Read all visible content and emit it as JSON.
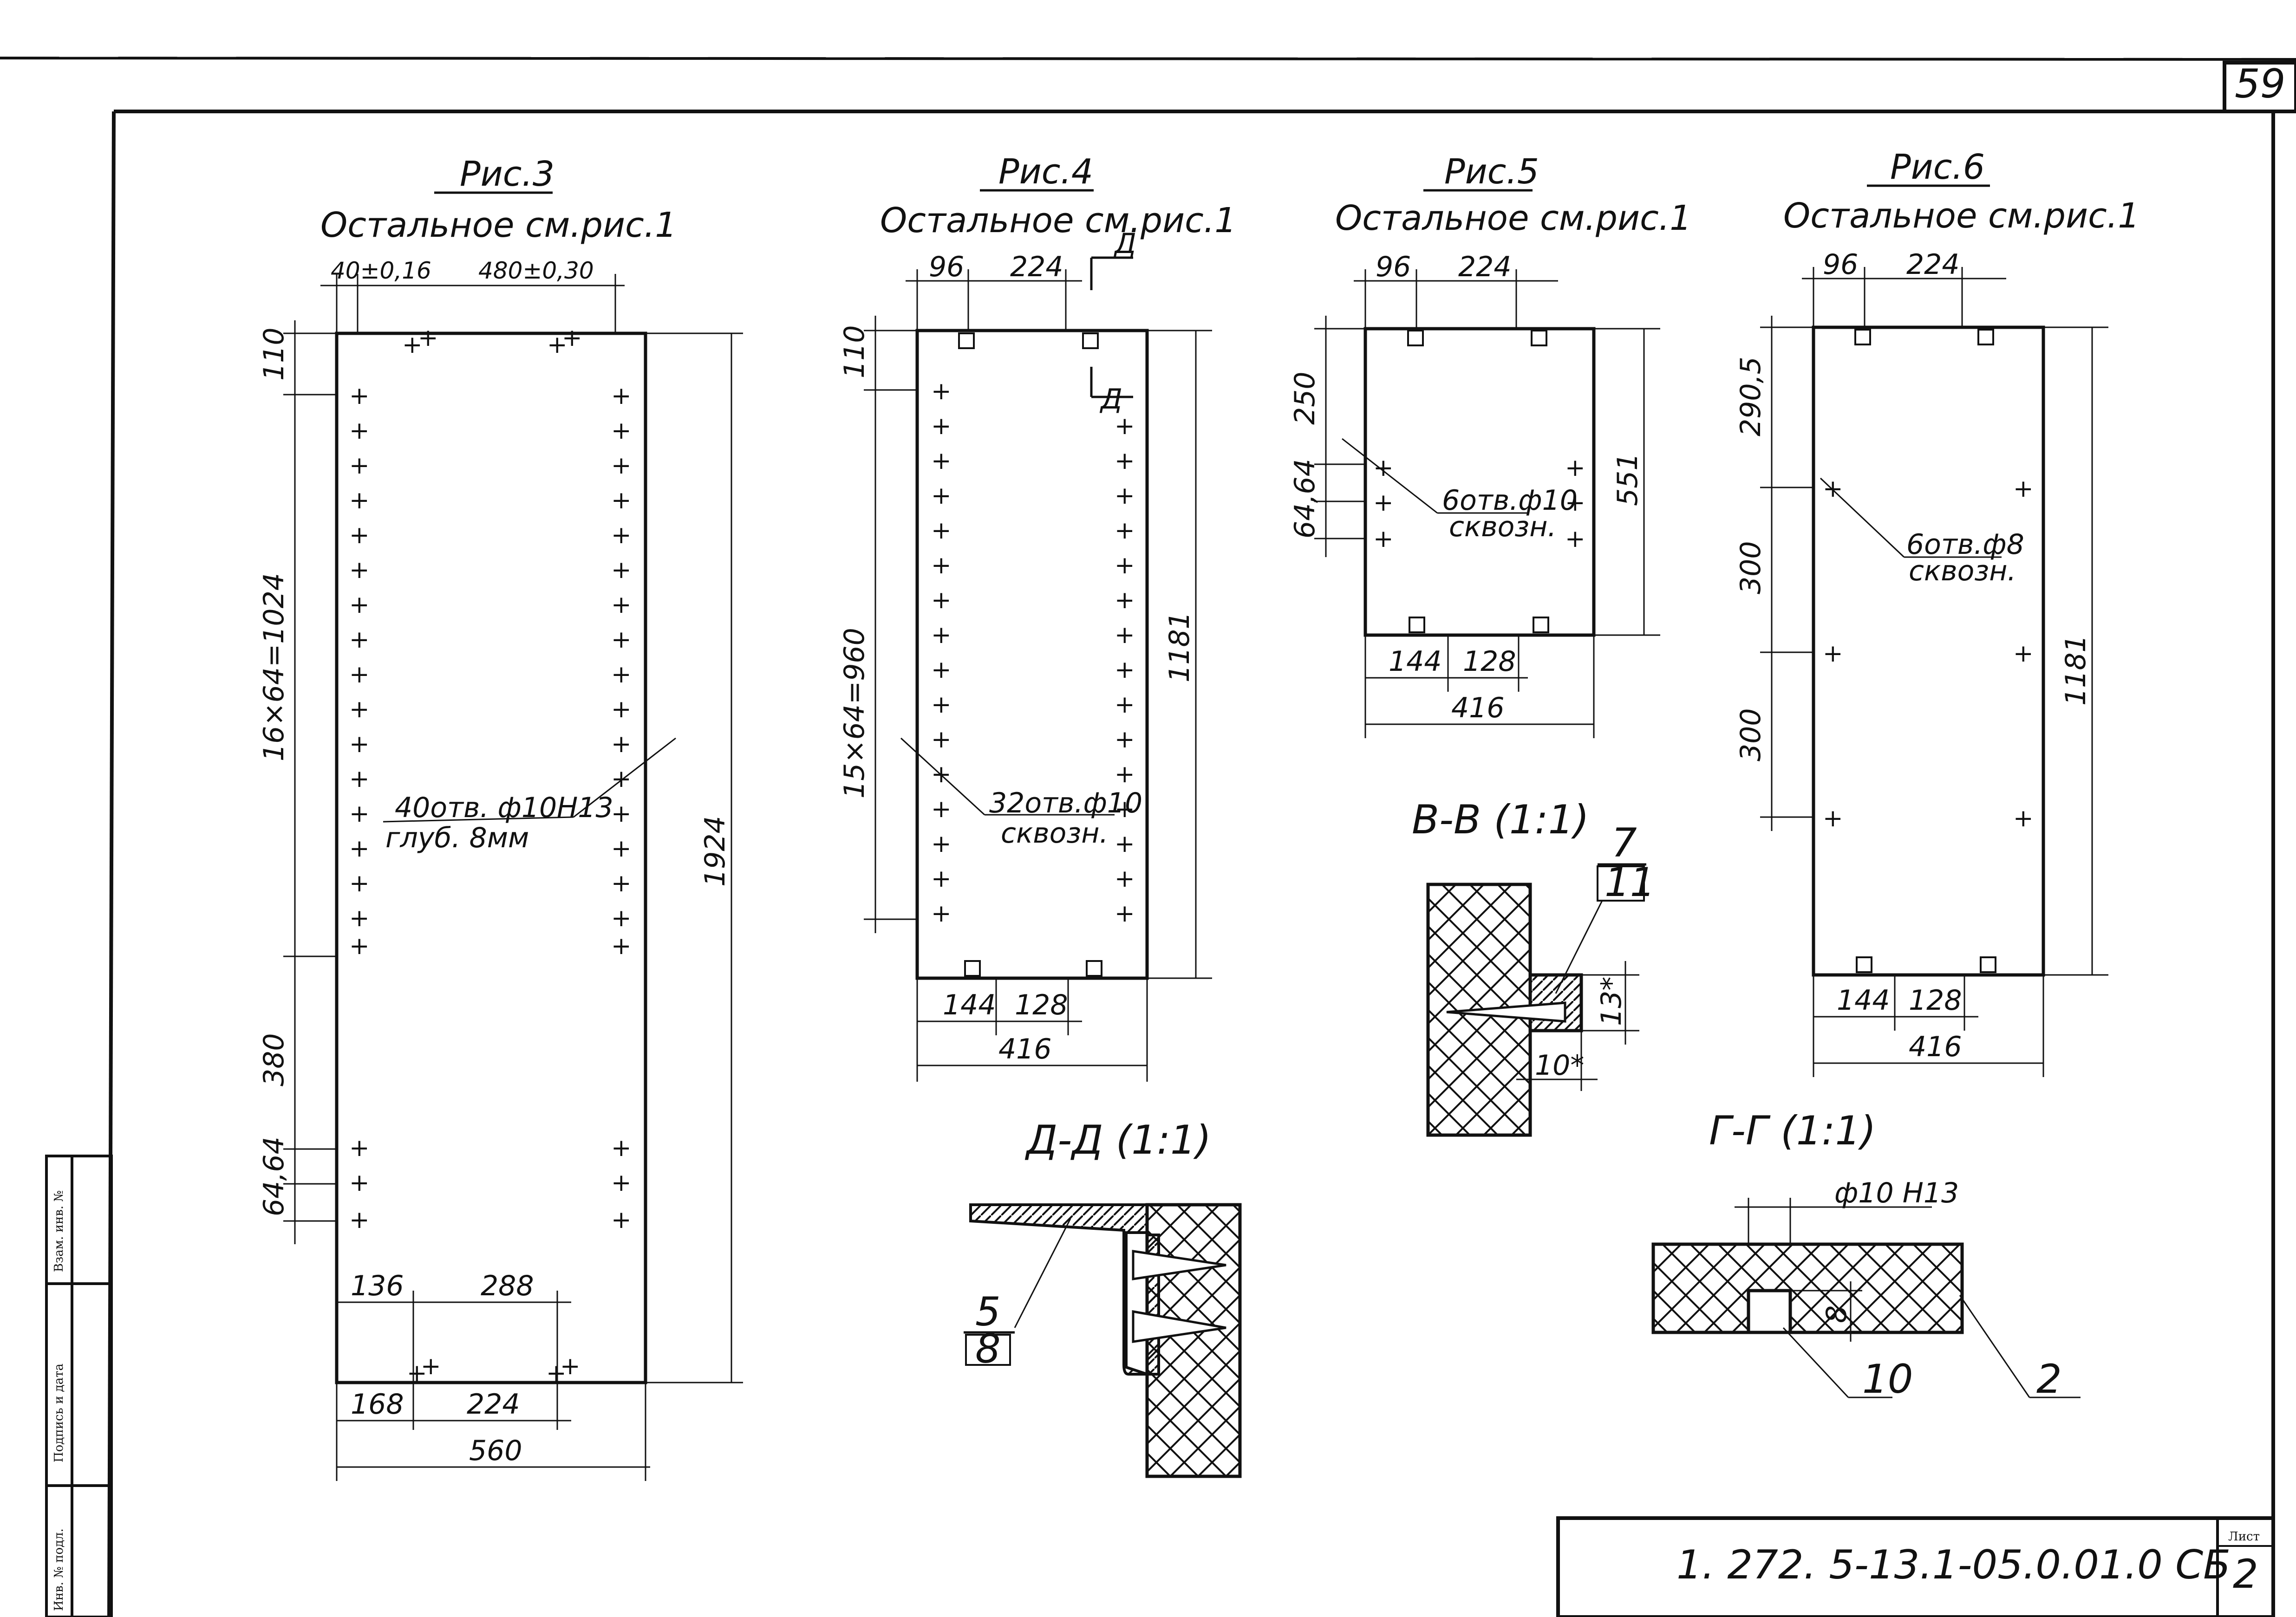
{
  "sheet": {
    "top_number": "59",
    "doc_code": "1. 272. 5-13.1-05.0.01.0 СБ",
    "sheet_label": "Лист",
    "sheet_number": "2",
    "stamps": [
      "Взам. инв. №",
      "Подпись и дата",
      "Инв. № подл."
    ]
  },
  "fig3": {
    "title": "Рис.3",
    "subtitle": "Остальное см.рис.1",
    "top_dims": [
      "40±0,16",
      "480±0,30"
    ],
    "left_dims": [
      "110",
      "16×64=1024",
      "380",
      "64,64"
    ],
    "right_dim": "1924",
    "callout_1": "40отв. ф10Н13",
    "callout_2": "глуб. 8мм",
    "bottom_dims": [
      "136",
      "288",
      "168",
      "224",
      "560"
    ]
  },
  "fig4": {
    "title": "Рис.4",
    "subtitle": "Остальное см.рис.1",
    "section_mark": "Д",
    "top_dims": [
      "96",
      "224"
    ],
    "left_dims": [
      "110",
      "15×64=960"
    ],
    "right_dim": "1181",
    "callout_1": "32отв.ф10",
    "callout_2": "сквозн.",
    "bottom_dims": [
      "144",
      "128",
      "416"
    ]
  },
  "fig5": {
    "title": "Рис.5",
    "subtitle": "Остальное см.рис.1",
    "top_dims": [
      "96",
      "224"
    ],
    "left_dims": [
      "250",
      "64,64"
    ],
    "right_dim": "551",
    "callout_1": "6отв.ф10",
    "callout_2": "сквозн.",
    "bottom_dims": [
      "144",
      "128",
      "416"
    ]
  },
  "fig6": {
    "title": "Рис.6",
    "subtitle": "Остальное см.рис.1",
    "top_dims": [
      "96",
      "224"
    ],
    "left_dims": [
      "290,5",
      "300",
      "300"
    ],
    "right_dim": "1181",
    "callout_1": "6отв.ф8",
    "callout_2": "сквозн.",
    "bottom_dims": [
      "144",
      "128",
      "416"
    ]
  },
  "section_vv": {
    "title": "В-В (1:1)",
    "ref_top": "7",
    "ref_bottom": "11",
    "dim_13": "13*",
    "dim_10": "10*"
  },
  "section_dd": {
    "title": "Д-Д (1:1)",
    "ref_top": "5",
    "ref_bottom": "8"
  },
  "section_gg": {
    "title": "Г-Г (1:1)",
    "dim_hole": "ф10 Н13",
    "dim_depth": "8",
    "ref_10": "10",
    "ref_2": "2"
  }
}
